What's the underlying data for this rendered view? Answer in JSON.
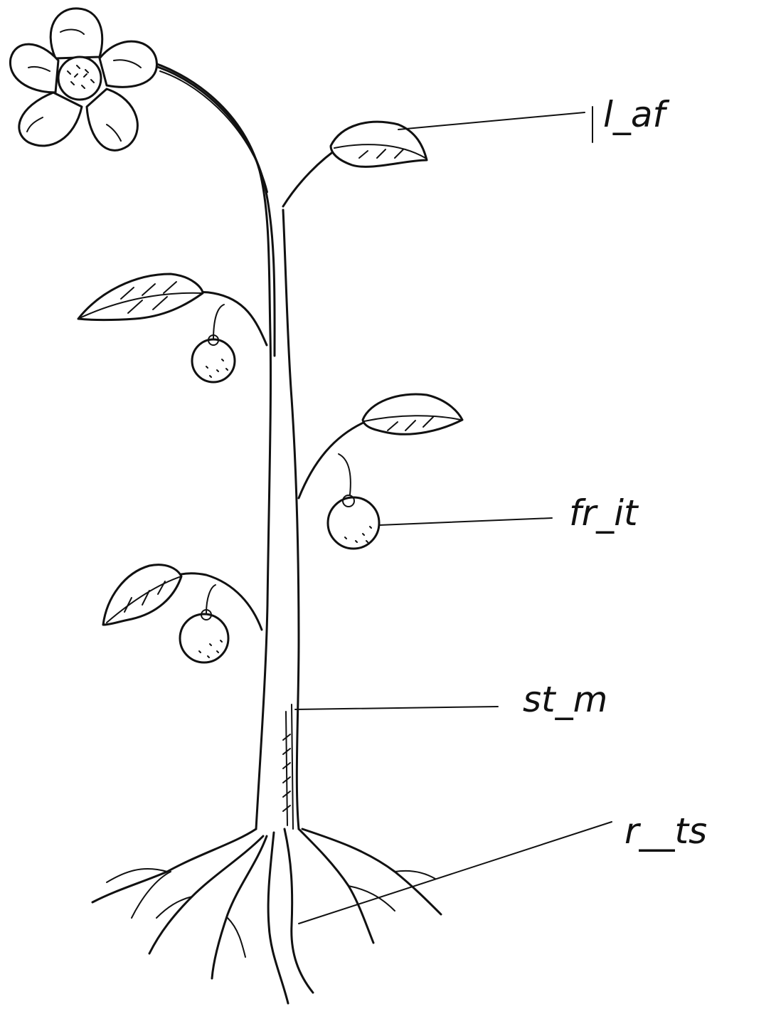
{
  "labels": {
    "leaf": "l_af",
    "fruit": "fr_it",
    "stem": "st_m",
    "roots": "r__ts"
  },
  "colors": {
    "ink": "#111111",
    "paper": "#ffffff"
  }
}
